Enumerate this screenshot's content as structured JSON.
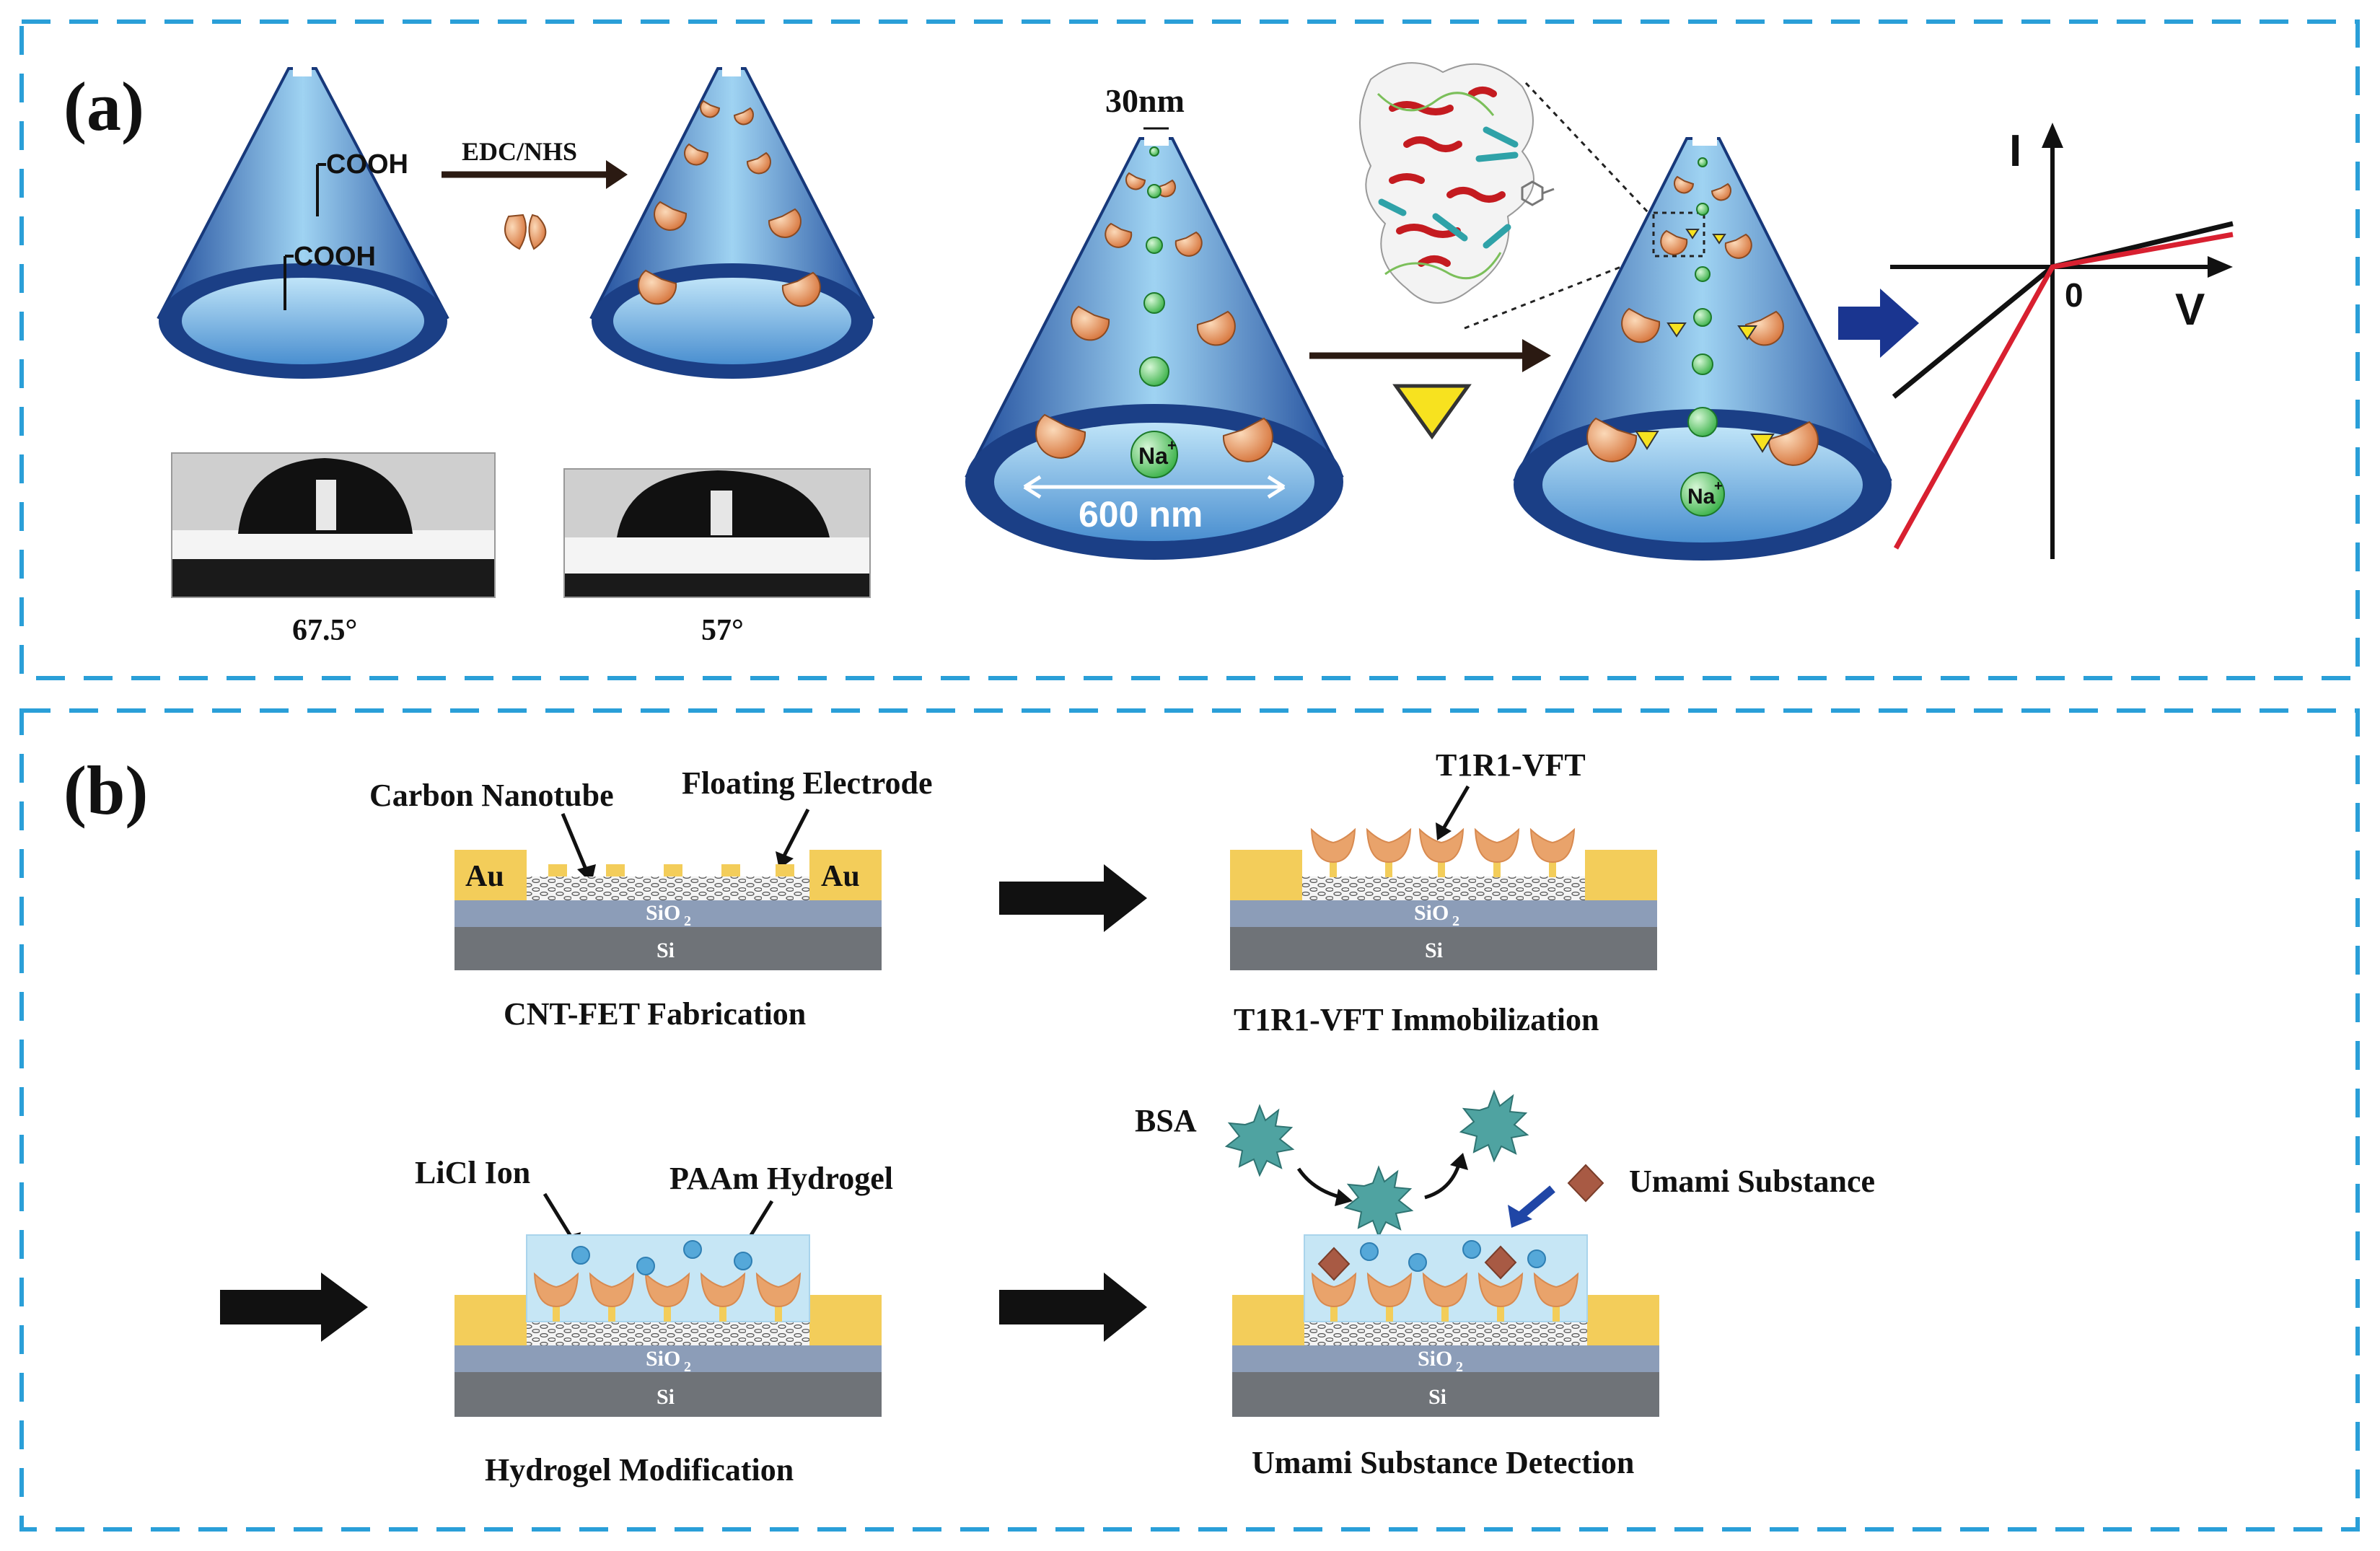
{
  "panel_a": {
    "label": "(a)",
    "cooh_top": "COOH",
    "cooh_bottom": "COOH",
    "reagent": "EDC/NHS",
    "angle_left": "67.5°",
    "angle_right": "57°",
    "tip_size": "30nm",
    "base_size": "600 nm",
    "ion_label": "Na",
    "ion_sup": "+",
    "axis_i": "I",
    "axis_v": "V",
    "origin": "0"
  },
  "panel_b": {
    "label": "(b)",
    "carbon_nanotube": "Carbon Nanotube",
    "floating_electrode": "Floating Electrode",
    "au": "Au",
    "sio2": "SiO",
    "sio2_sub": "2",
    "si": "Si",
    "t1r1_label": "T1R1-VFT",
    "step1": "CNT-FET Fabrication",
    "step2": "T1R1-VFT Immobilization",
    "step3": "Hydrogel Modification",
    "step4": "Umami Substance Detection",
    "licl": "LiCl Ion",
    "paam": "PAAm Hydrogel",
    "bsa": "BSA",
    "umami": "Umami Substance"
  },
  "colors": {
    "frame": "#2a9fd8",
    "cone_dark": "#1a3f8f",
    "cone_light": "#8ec8ec",
    "gold": "#f3cd5a",
    "sio2": "#8c9db8",
    "si": "#6f7378",
    "protein": "#e9a36b",
    "ion": "#55a8d9",
    "hydrogel": "#c6e6f5",
    "bsa": "#4fa3a1",
    "umami": "#a85a44",
    "iv_red": "#d82030"
  }
}
